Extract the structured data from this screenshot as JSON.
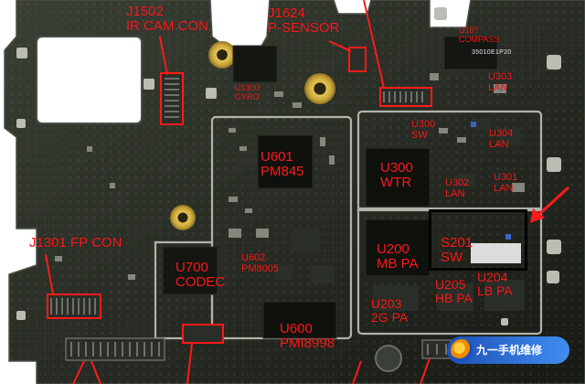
{
  "image": {
    "description": "Annotated photo of a smartphone mainboard (PCB) with red component labels and a brand watermark"
  },
  "colors": {
    "label": "#ff1a1a",
    "board": "#1c2018",
    "highlight_box": "#000000",
    "watermark_bg": "#2f6fd8"
  },
  "labels": {
    "j1502": "J1502\nIR CAM CON",
    "j1624": "J1624\nP-SENSOR",
    "u_compass": "U15?\nCOMPASS",
    "chip_code": "35010E1P20",
    "u_gyro": "U1300\nGYRO",
    "u303_lan": "U303\nLAN",
    "u_sw_top": "U300\nSW",
    "u304_lan": "U304\nLAN",
    "u601": "U601\nPM845",
    "u300_wtr": "U300\nWTR",
    "u302_lan": "U302\nLAN",
    "u301_lan": "U301\nLAN",
    "j1301": "J1301 FP CON",
    "u700": "U700\nCODEC",
    "u602": "U602\nPM8005",
    "u200": "U200\nMB PA",
    "s201": "S201\nSW",
    "u204": "U204\nLB PA",
    "u205": "U205\nHB PA",
    "u203": "U203\n2G PA",
    "u600": "U600\nPMI8998"
  },
  "watermark": {
    "text": "九一手机维修"
  }
}
